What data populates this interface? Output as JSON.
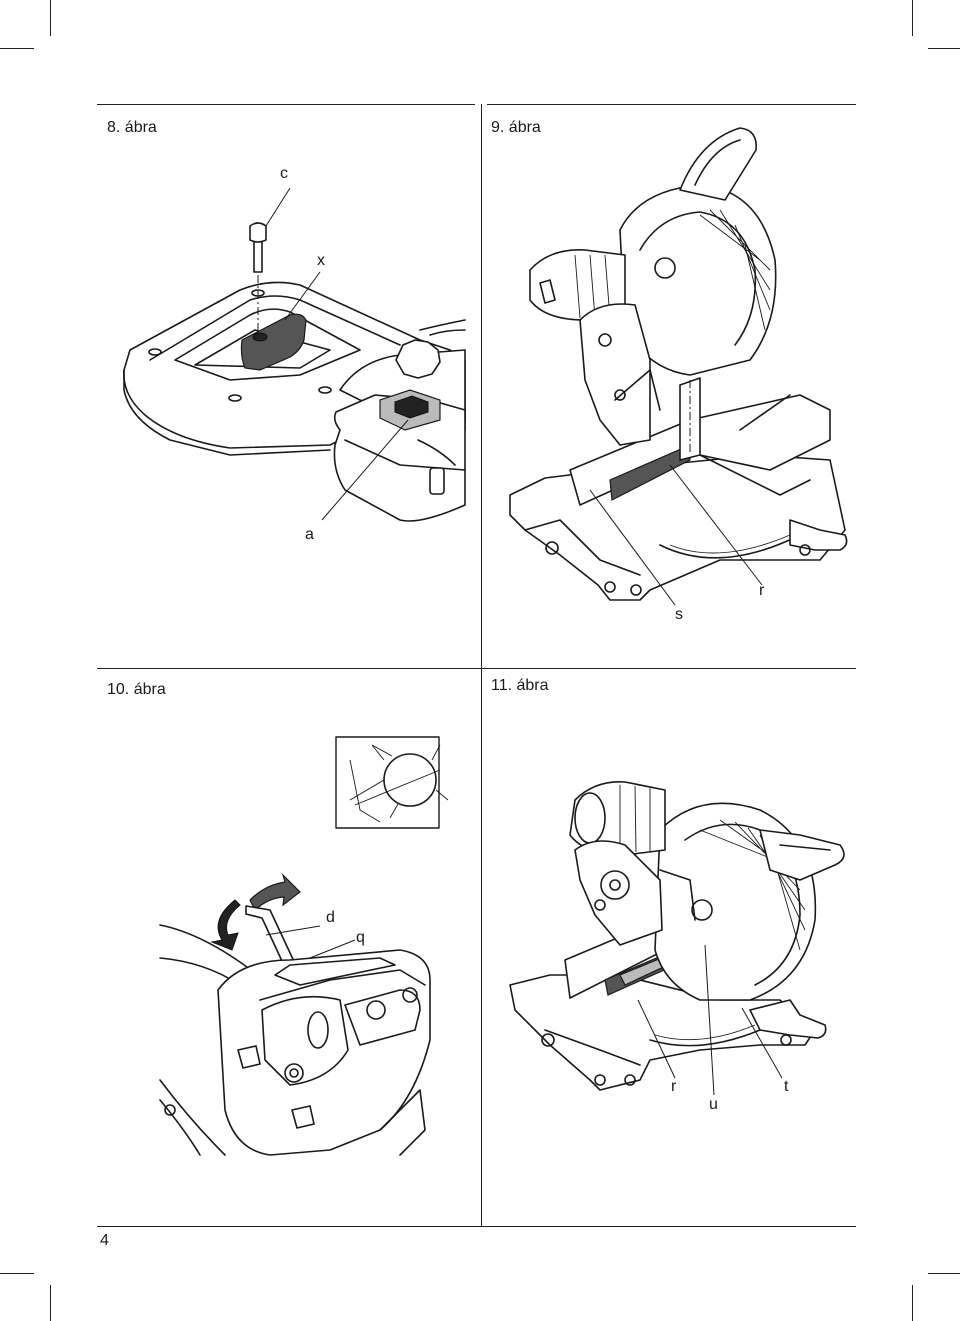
{
  "page_number": "4",
  "figures": [
    {
      "title": "8. ábra",
      "labels": {
        "c": "c",
        "x": "x",
        "a": "a"
      }
    },
    {
      "title": "9. ábra",
      "labels": {
        "s": "s",
        "r": "r"
      }
    },
    {
      "title": "10. ábra",
      "labels": {
        "d": "d",
        "q": "q"
      }
    },
    {
      "title": "11. ábra",
      "labels": {
        "r": "r",
        "u": "u",
        "t": "t"
      }
    }
  ]
}
